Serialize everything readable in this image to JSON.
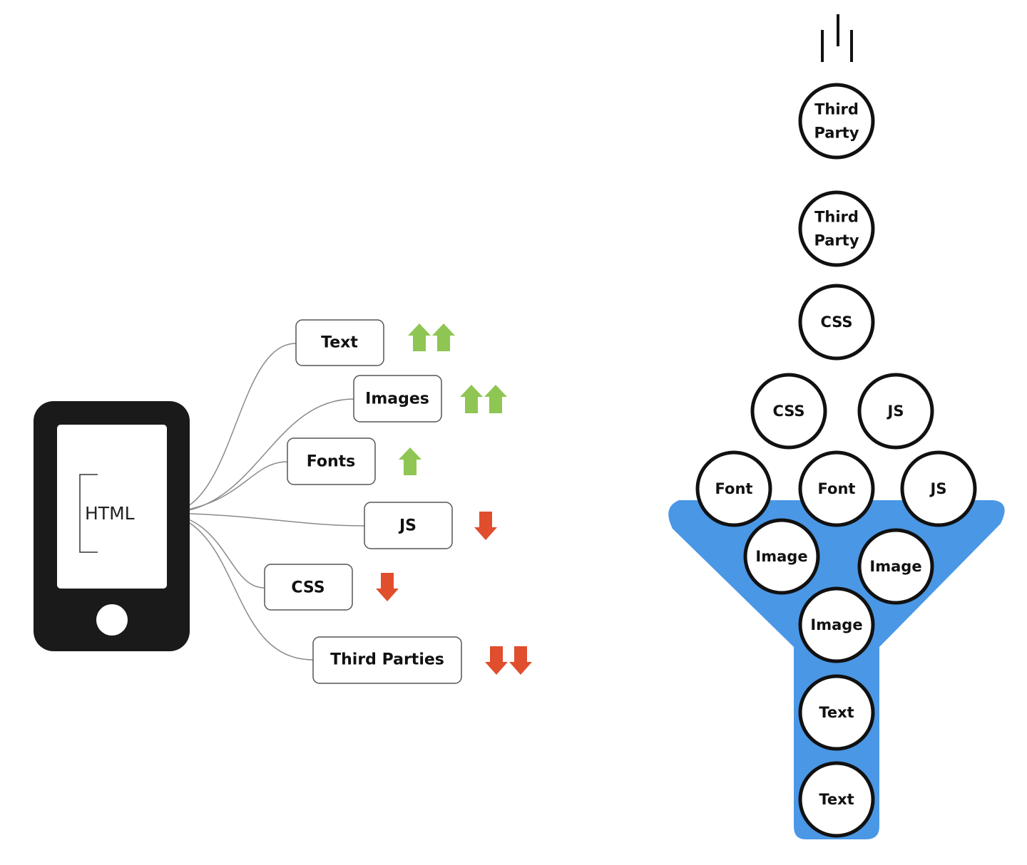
{
  "phone": {
    "label": "HTML"
  },
  "resources": [
    {
      "label": "Text",
      "trend": "up",
      "count": 2
    },
    {
      "label": "Images",
      "trend": "up",
      "count": 2
    },
    {
      "label": "Fonts",
      "trend": "up",
      "count": 1
    },
    {
      "label": "JS",
      "trend": "down",
      "count": 1
    },
    {
      "label": "CSS",
      "trend": "down",
      "count": 1
    },
    {
      "label": "Third Parties",
      "trend": "down",
      "count": 2
    }
  ],
  "funnel": {
    "items": [
      {
        "lines": [
          "Third",
          "Party"
        ]
      },
      {
        "lines": [
          "Third",
          "Party"
        ]
      },
      {
        "lines": [
          "CSS"
        ]
      },
      {
        "lines": [
          "CSS"
        ]
      },
      {
        "lines": [
          "JS"
        ]
      },
      {
        "lines": [
          "Font"
        ]
      },
      {
        "lines": [
          "Font"
        ]
      },
      {
        "lines": [
          "JS"
        ]
      },
      {
        "lines": [
          "Image"
        ]
      },
      {
        "lines": [
          "Image"
        ]
      },
      {
        "lines": [
          "Image"
        ]
      },
      {
        "lines": [
          "Text"
        ]
      },
      {
        "lines": [
          "Text"
        ]
      }
    ]
  },
  "colors": {
    "up_arrow": "#8fc653",
    "down_arrow": "#e04e2e",
    "funnel": "#4a97e6",
    "phone": "#1a1a1a",
    "connector": "#8a8a8a",
    "box_border": "#555555"
  }
}
